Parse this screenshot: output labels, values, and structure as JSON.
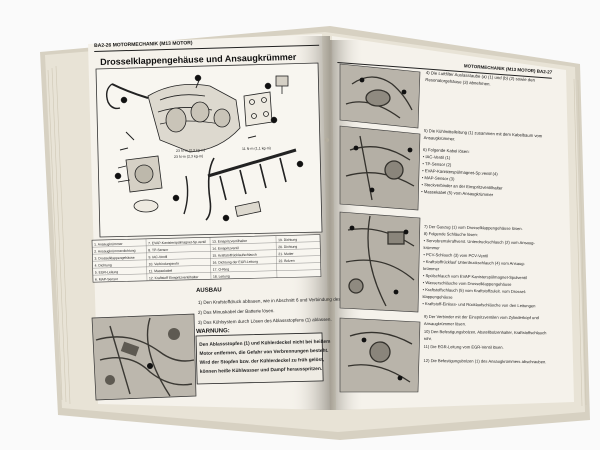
{
  "left_page": {
    "header": "BA2-26 MOTORMECHANIK (M13 MOTOR)",
    "title": "Drosselklappengehäuse und Ansaugkrümmer",
    "section_heading": "AUSBAU",
    "steps": [
      "1) Den Krafstoffdruck abbauen, wie in Abschnitt 6 und Verbindung des Kraftstoffdrucks“ beschrieben.",
      "2) Das Minuskabel der Batterie lösen.",
      "3) Das Kühlsystem durch Lösen des Ablassstopfens (1) ablassen."
    ],
    "warning_title": "WARNUNG:",
    "warning_lines": [
      "Den Ablassstopfen (1) und Kühlerdeckel nicht bei heißem",
      "Motor entfernen, die Gefahr von Verbrennungen besteht.",
      "Wird der Stopfen bzw. der Kühlerdeckel zu früh gelöst,",
      "können heiße Kühlwasser und Dampf herausspritzen."
    ]
  },
  "right_page": {
    "header": "MOTORMECHANIK (M13 MOTOR) BA2-27",
    "step4_lines": [
      "4) Die Luftfilter Auslasstaube (a) (1) und (b) (2) sowie den",
      "Resonatorgehäuse (3) abnehmen."
    ],
    "step5_lines": [
      "5) Die Kühlmittelleitung (1) zusammen mit dem Kabelbaum vom",
      "Ansaugkrümmer."
    ],
    "step6_lines": [
      "6) Folgende Kabel lösen:",
      "• IAC-Ventil (1)",
      "• TP-Sensor (2)",
      "• EVAP-Kanisterspülmagnet-Sp.ventil (4)",
      "• MAP-Sensor (3)",
      "• Steckverbinder an der Einspritzventilhalter",
      "• Massekabel (5) vom Ansaugkrümmer"
    ],
    "step7_lines": [
      "7) Der Gaszug (1) vom Drosselklappengehäuse lösen.",
      "8) Folgende Schläuche lösen:",
      "• Servobremskraftverst. Unterdruckschlauch (2) vom Ansaug-",
      "  krümmer",
      "• PCV-Schlauch (3) vom PCV-Ventil",
      "• Kraftstoffrücklauf Unterdruckschlauch (4) vom Ansaug-",
      "  krümmer",
      "• Spülschlauch vom EVAP Kanisterspülmagnet-Spulventil",
      "• Wasserschläuche vom Drosselklappengehäuse",
      "• Kraftstoffschlauch (5) vom Kraftstoffzuleit. vom Drossel-",
      "  klappengehäuse",
      "• Kraftstoff-Einlass- und Rücklaufschläuche von den Leitungen"
    ],
    "step9_lines": [
      "9) Der Verbinder mit der Einspritzventilen vom Zylinderkopf und",
      "  Ansaugkrümmer lösen.",
      "10) Den Befestigungsbolzen, Abstellbolzenhalter, Kraftstoffschlauch",
      "  rohr.",
      "11) Die EGR-Leitung vom EGR-Ventil lösen.",
      "",
      "12) Die Befestigungsbolzen (1) des Ansaugkrümmers abschrauben."
    ]
  },
  "legend": [
    [
      "1. Ansaugkrümmer",
      "7. EVAP-Kanisterspülmagnet-Sp.ventil",
      "13. Einspritzventilhalter",
      "19. Dichtung"
    ],
    [
      "2. Ansaugkrümmerdichtung",
      "8. TP-Sensor",
      "14. Einspritzventil",
      "20. Dichtung"
    ],
    [
      "3. Drosselklappengehäuse",
      "9. IAC-Ventil",
      "15. Kraftstoffrücklaufschlauch",
      "21. Mutter"
    ],
    [
      "4. Dichtung",
      "10. Verbindungsrohr",
      "16. Dichtung der EGR-Leitung",
      "22. Bolzen"
    ],
    [
      "5. EGR-Leitung",
      "11. Massekabel",
      "17. O-Ring",
      ""
    ],
    [
      "6. MAP-Sensor",
      "12. Kraftstoff Einspritzventilhalter",
      "18. Leitung",
      ""
    ]
  ],
  "torque_labels": [
    "23 N·m (2,3 kg-m)",
    "23 N·m (2,3 kg-m)",
    "11 N·m (1,1 kg-m)"
  ],
  "colors": {
    "page": "#f4f1ea",
    "edge": "#dcd6c6",
    "shadow": "#9e9889"
  }
}
